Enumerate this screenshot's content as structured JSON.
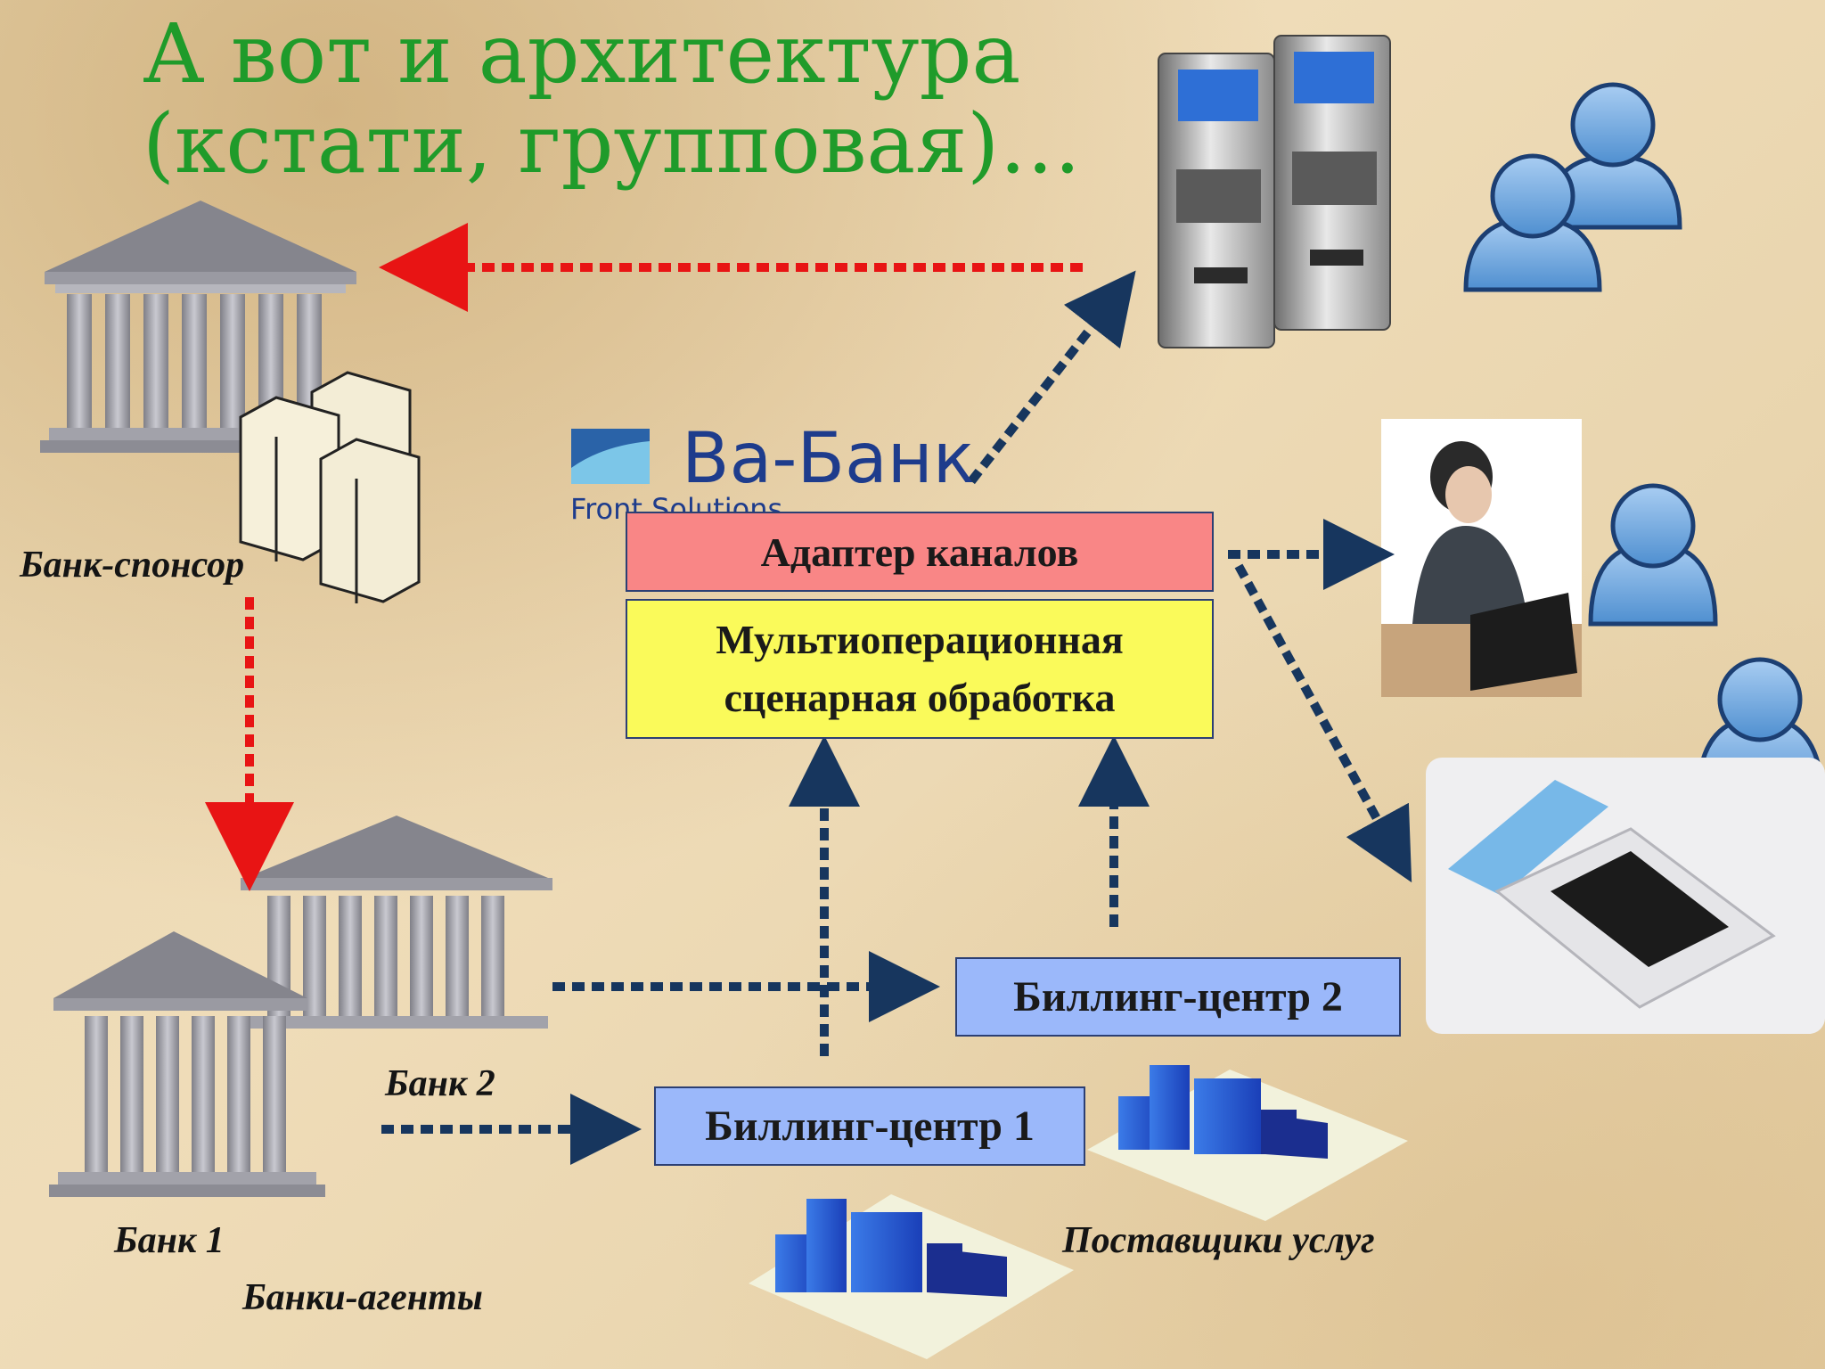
{
  "slide": {
    "title_line1": "А вот и архитектура",
    "title_line2": "(кстати, групповая)…"
  },
  "logo": {
    "name": "Ва-Банк",
    "subtitle": "Front Solutions"
  },
  "boxes": {
    "adapter": "Адаптер каналов",
    "processing_line1": "Мультиоперационная",
    "processing_line2": "сценарная обработка",
    "billing1": "Биллинг-центр 1",
    "billing2": "Биллинг-центр 2"
  },
  "labels": {
    "sponsor_bank": "Банк-спонсор",
    "bank2": "Банк 2",
    "bank1": "Банк 1",
    "agent_banks": "Банки-агенты",
    "providers": "Поставщики услуг"
  },
  "icons": [
    "bank-building-icon",
    "server-cluster-icon",
    "kiosk-terminal-icon",
    "user-icon",
    "operator-photo",
    "card-reader-device",
    "office-buildings-icon"
  ],
  "colors": {
    "title": "#1f9b2a",
    "adapter_fill": "#f98686",
    "processing_fill": "#fafa5a",
    "billing_fill": "#9bb8fa",
    "red_arrow": "#e81414",
    "blue_arrow": "#17365e"
  }
}
